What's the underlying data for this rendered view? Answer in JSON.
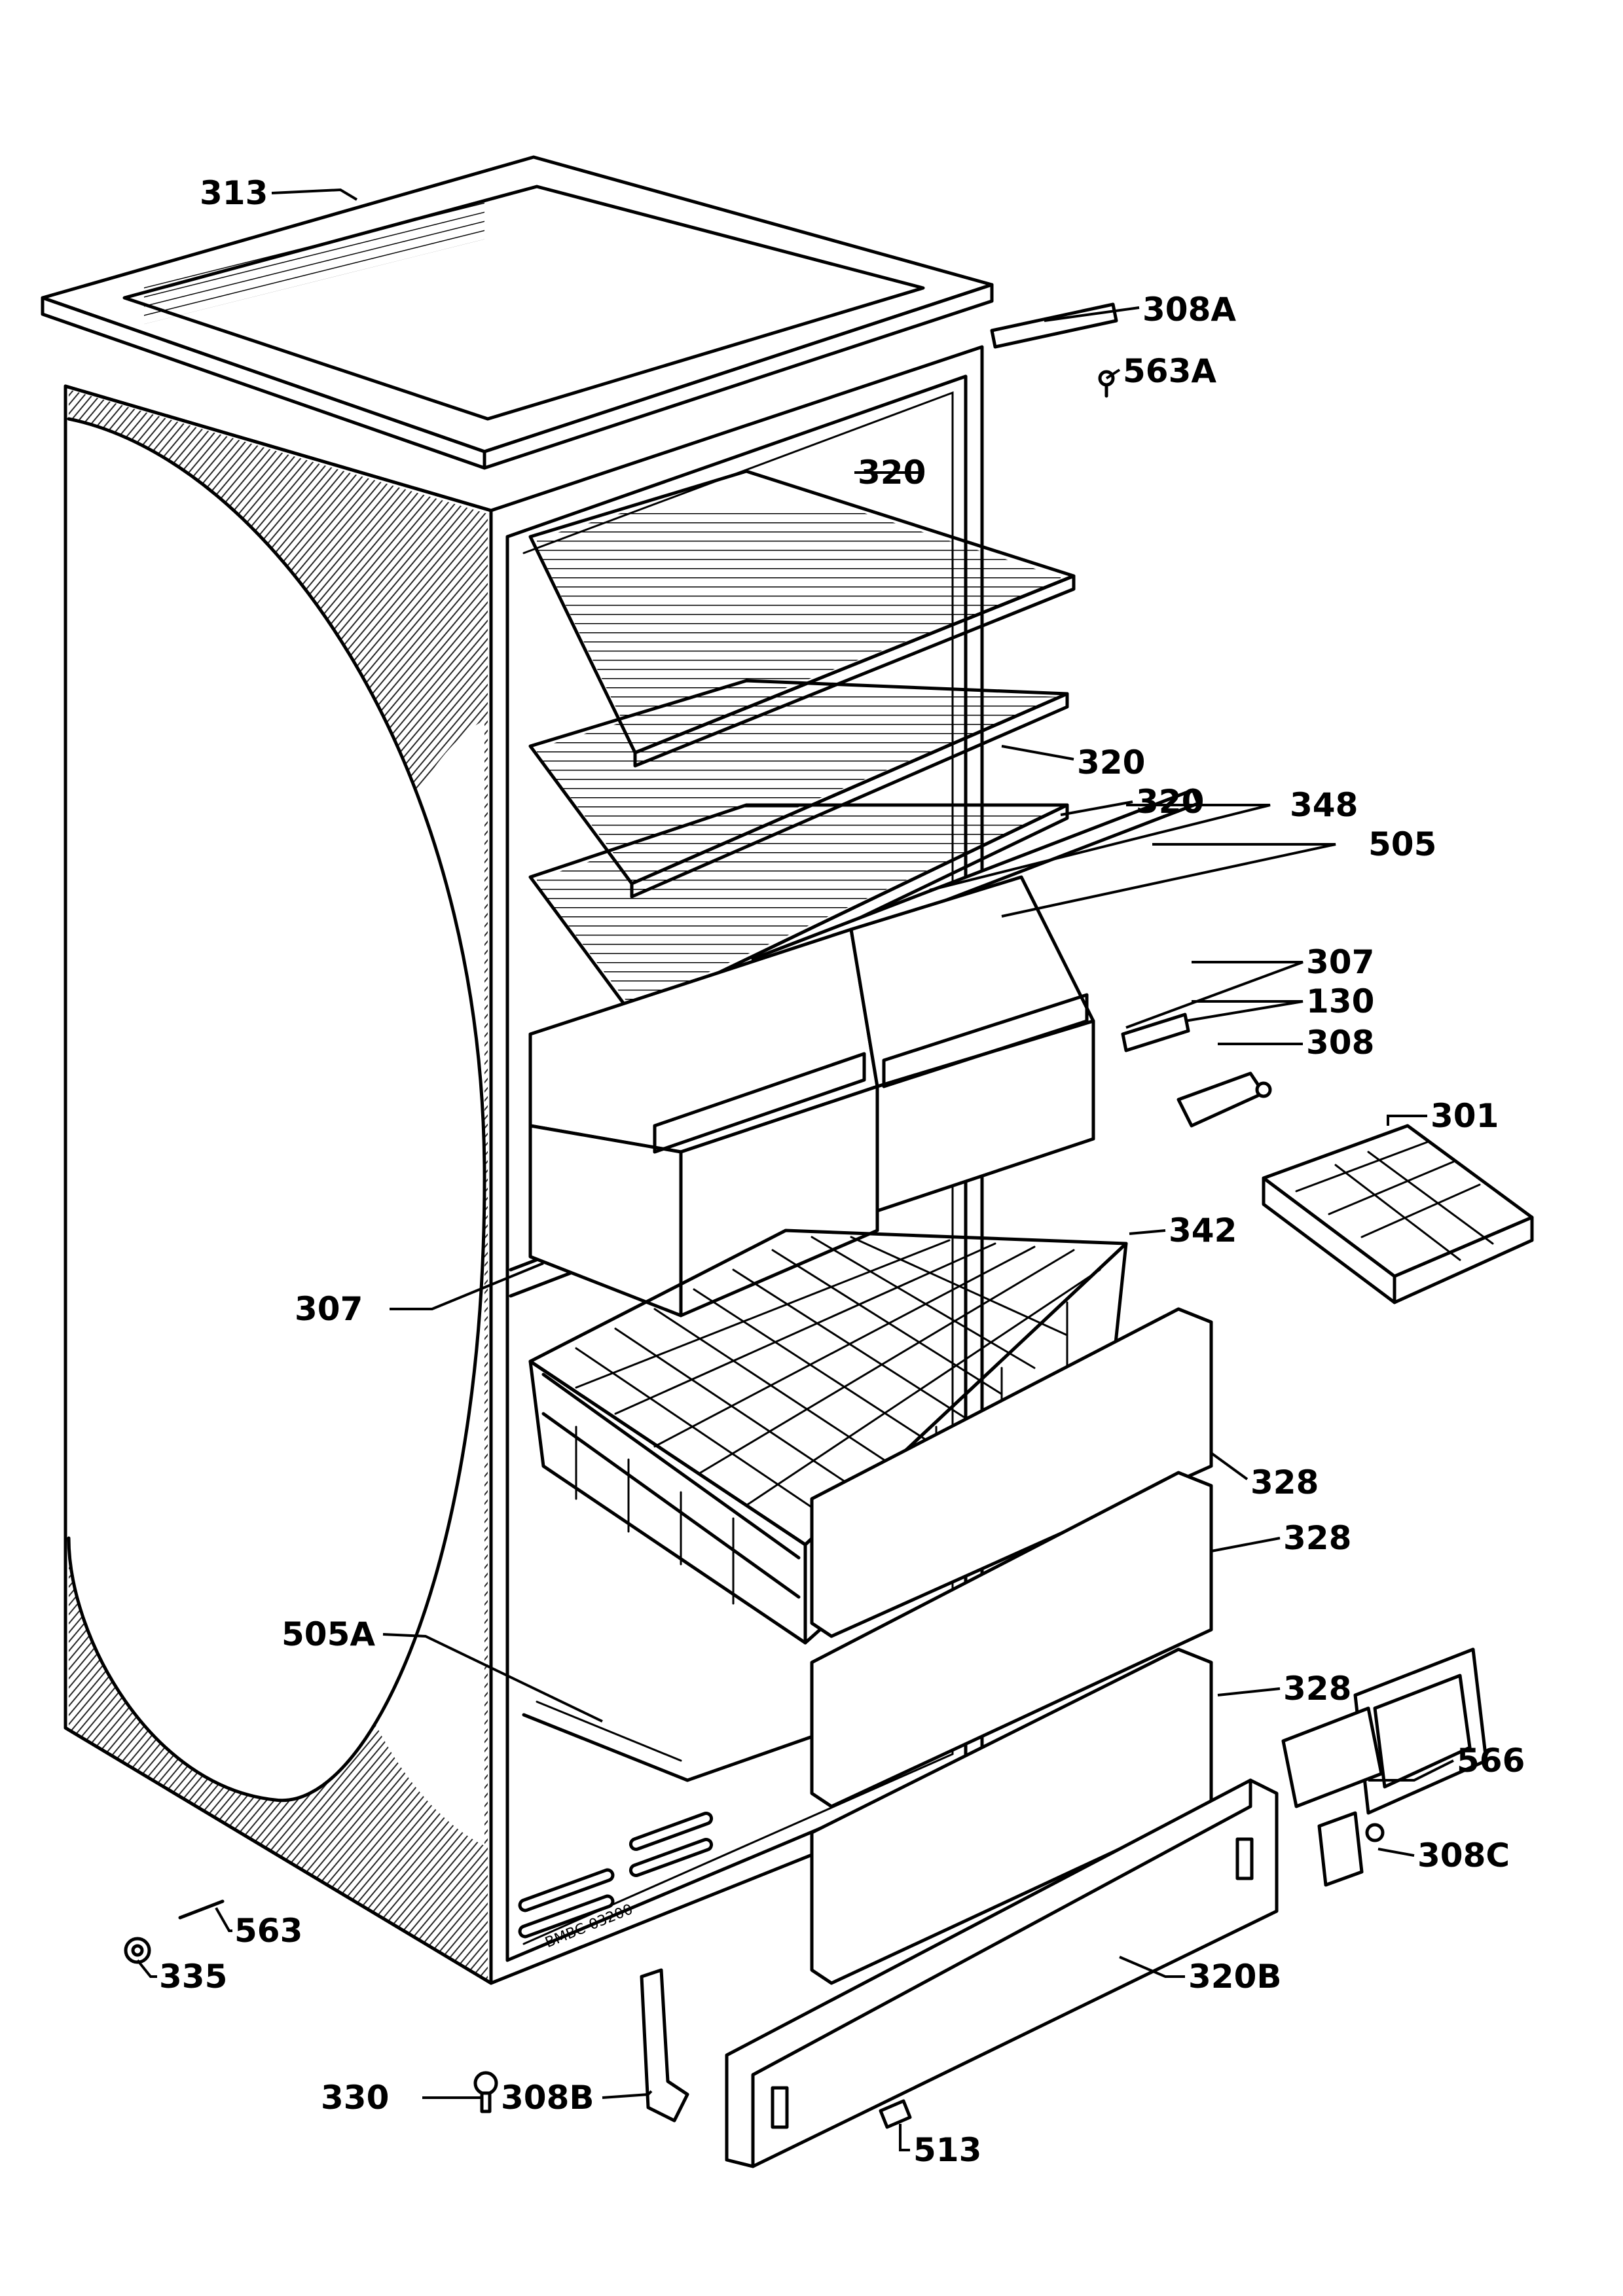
{
  "diagram": {
    "labels": {
      "top_cover": "313",
      "top_hinge": "308A",
      "hinge_pin_top": "563A",
      "shelf_top": "320",
      "shelf_middle": "320",
      "shelf_lower": "320",
      "shelf_front_strip": "348",
      "light_strip": "505",
      "drawer_right_label": "307",
      "bracket_small": "130",
      "bracket_308": "308",
      "ice_tray": "301",
      "drawer_left_label": "307",
      "basket": "342",
      "flap_top": "328",
      "flap_middle": "328",
      "flap_lower": "328",
      "scraper": "566",
      "hinge_lower": "308C",
      "kickplate": "320B",
      "clip_513": "513",
      "pin_563": "563",
      "foot_335": "335",
      "screw_330": "330",
      "hinge_bottom": "308B",
      "light_strip_lower": "505A",
      "serial_marking": "BMBC-03200"
    },
    "colors": {
      "ink": "#000000",
      "paper": "#ffffff"
    }
  }
}
